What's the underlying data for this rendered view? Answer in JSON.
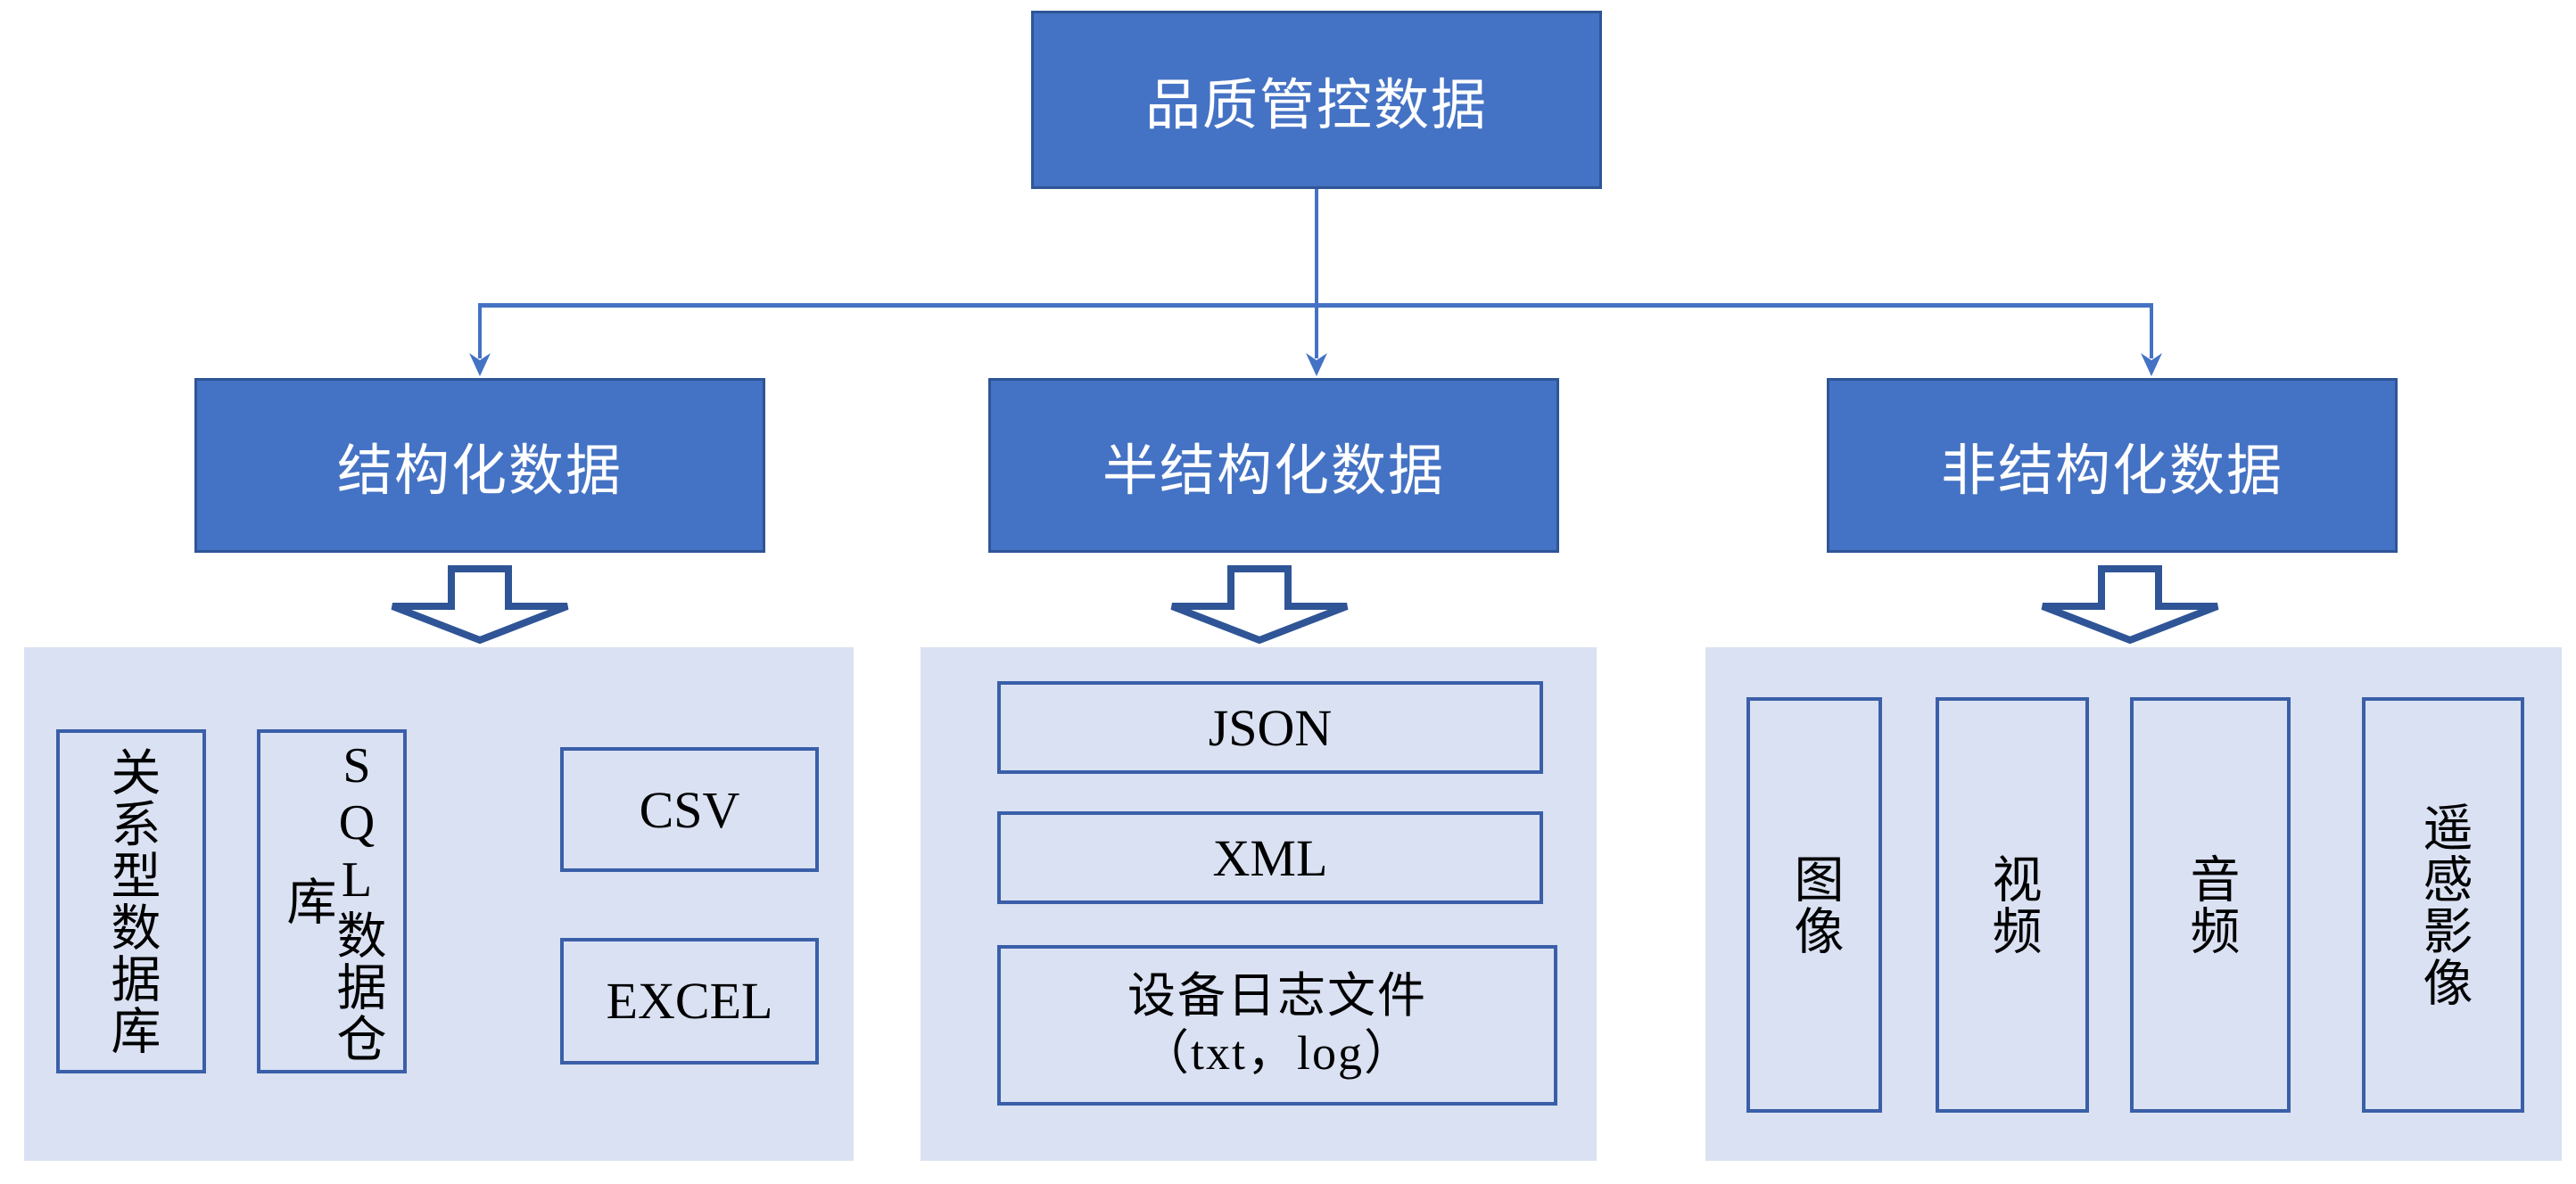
{
  "diagram": {
    "title_box": {
      "label": "品质管控数据"
    },
    "colors": {
      "node_fill": "#4472C4",
      "node_border": "#2F5597",
      "panel_fill": "#D9E1F2",
      "leaf_border": "#3A5FA8",
      "connector": "#4472C4",
      "node_text": "#FFFFFF",
      "leaf_text": "#000000",
      "background": "#FFFFFF"
    },
    "branches": [
      {
        "key": "structured",
        "label": "结构化数据",
        "arrow_icon": "down-block-arrow-icon",
        "leaves": [
          {
            "label": "关系型数据库",
            "orientation": "vertical"
          },
          {
            "label": "SQL数据仓库",
            "orientation": "vertical"
          },
          {
            "label": "CSV",
            "orientation": "horizontal"
          },
          {
            "label": "EXCEL",
            "orientation": "horizontal"
          }
        ]
      },
      {
        "key": "semi_structured",
        "label": "半结构化数据",
        "arrow_icon": "down-block-arrow-icon",
        "leaves": [
          {
            "label": "JSON",
            "orientation": "horizontal"
          },
          {
            "label": "XML",
            "orientation": "horizontal"
          },
          {
            "label": "设备日志文件",
            "label_line2": "（txt，log）",
            "orientation": "horizontal"
          }
        ]
      },
      {
        "key": "unstructured",
        "label": "非结构化数据",
        "arrow_icon": "down-block-arrow-icon",
        "leaves": [
          {
            "label": "图像",
            "orientation": "vertical"
          },
          {
            "label": "视频",
            "orientation": "vertical"
          },
          {
            "label": "音频",
            "orientation": "vertical"
          },
          {
            "label": "遥感影像",
            "orientation": "vertical"
          }
        ]
      }
    ]
  }
}
